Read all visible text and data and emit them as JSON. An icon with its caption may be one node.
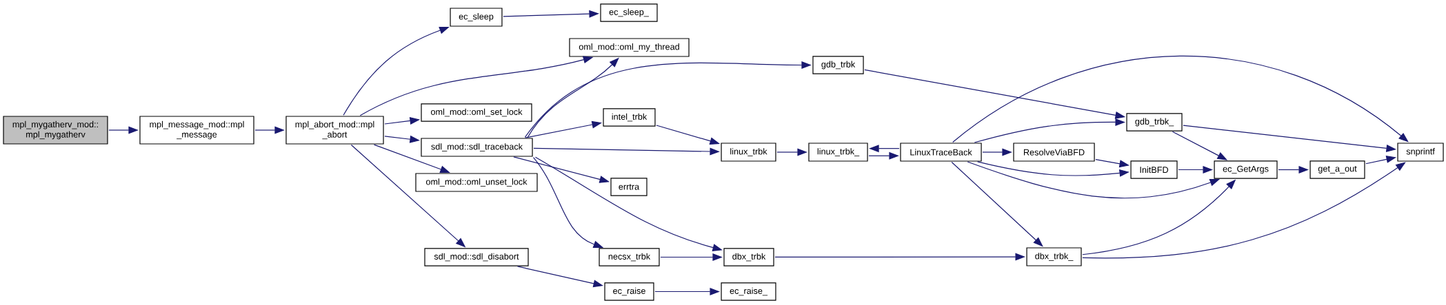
{
  "diagram": {
    "nodes": [
      {
        "text": [
          "mpl_mygatherv_mod:: mpl_mygatherv"
        ]
      },
      {
        "text": [
          "mpl_message_mod::mpl _message"
        ]
      },
      {
        "text": [
          "mpl_abort_mod::mpl _abort"
        ]
      },
      {
        "text": [
          "ec_sleep"
        ]
      },
      {
        "text": [
          "ec_sleep_"
        ]
      },
      {
        "text": [
          "oml_mod::oml_my_thread"
        ]
      },
      {
        "text": [
          "gdb_trbk"
        ]
      },
      {
        "text": [
          "oml_mod::oml_set_lock"
        ]
      },
      {
        "text": [
          "sdl_mod::sdl_traceback"
        ]
      },
      {
        "text": [
          "intel_trbk"
        ]
      },
      {
        "text": [
          "linux_trbk"
        ]
      },
      {
        "text": [
          "linux_trbk_"
        ]
      },
      {
        "text": [
          "LinuxTraceBack"
        ]
      },
      {
        "text": [
          "errtra"
        ]
      },
      {
        "text": [
          "oml_mod::oml_unset_lock"
        ]
      },
      {
        "text": [
          "sdl_mod::sdl_disabort"
        ]
      },
      {
        "text": [
          "necsx_trbk"
        ]
      },
      {
        "text": [
          "dbx_trbk"
        ]
      },
      {
        "text": [
          "ec_raise"
        ]
      },
      {
        "text": [
          "ec_raise_"
        ]
      },
      {
        "text": [
          "gdb_trbk_"
        ]
      },
      {
        "text": [
          "ResolveViaBFD"
        ]
      },
      {
        "text": [
          "InitBFD"
        ]
      },
      {
        "text": [
          "ec_GetArgs"
        ]
      },
      {
        "text": [
          "get_a_out"
        ]
      },
      {
        "text": [
          "snprintf"
        ]
      },
      {
        "text": [
          "dbx_trbk_"
        ]
      }
    ],
    "edges": [
      {
        "from": 0,
        "to": 1,
        "arrow": "to"
      },
      {
        "from": 1,
        "to": 2,
        "arrow": "to"
      },
      {
        "from": 2,
        "to": 3,
        "arrow": "to"
      },
      {
        "from": 2,
        "to": 5,
        "arrow": "to"
      },
      {
        "from": 2,
        "to": 7,
        "arrow": "to"
      },
      {
        "from": 2,
        "to": 8,
        "arrow": "to"
      },
      {
        "from": 2,
        "to": 14,
        "arrow": "to"
      },
      {
        "from": 2,
        "to": 15,
        "arrow": "to"
      },
      {
        "from": 3,
        "to": 4,
        "arrow": "to"
      },
      {
        "from": 8,
        "to": 5,
        "arrow": "to"
      },
      {
        "from": 8,
        "to": 6,
        "arrow": "to"
      },
      {
        "from": 8,
        "to": 9,
        "arrow": "to"
      },
      {
        "from": 8,
        "to": 10,
        "arrow": "to"
      },
      {
        "from": 8,
        "to": 13,
        "arrow": "to"
      },
      {
        "from": 8,
        "to": 16,
        "arrow": "to"
      },
      {
        "from": 8,
        "to": 17,
        "arrow": "to"
      },
      {
        "from": 9,
        "to": 10,
        "arrow": "to"
      },
      {
        "from": 10,
        "to": 11,
        "arrow": "to"
      },
      {
        "from": 11,
        "to": 12,
        "arrow": "to"
      },
      {
        "from": 12,
        "to": 11,
        "arrow": "to"
      },
      {
        "from": 6,
        "to": 20,
        "arrow": "to"
      },
      {
        "from": 12,
        "to": 25,
        "arrow": "to"
      },
      {
        "from": 12,
        "to": 20,
        "arrow": "to"
      },
      {
        "from": 12,
        "to": 21,
        "arrow": "to"
      },
      {
        "from": 12,
        "to": 22,
        "arrow": "to"
      },
      {
        "from": 12,
        "to": 23,
        "arrow": "to"
      },
      {
        "from": 12,
        "to": 26,
        "arrow": "to"
      },
      {
        "from": 21,
        "to": 22,
        "arrow": "to"
      },
      {
        "from": 20,
        "to": 23,
        "arrow": "to"
      },
      {
        "from": 20,
        "to": 25,
        "arrow": "to"
      },
      {
        "from": 22,
        "to": 23,
        "arrow": "to"
      },
      {
        "from": 23,
        "to": 24,
        "arrow": "to"
      },
      {
        "from": 24,
        "to": 25,
        "arrow": "to"
      },
      {
        "from": 26,
        "to": 23,
        "arrow": "to"
      },
      {
        "from": 26,
        "to": 25,
        "arrow": "to"
      },
      {
        "from": 16,
        "to": 17,
        "arrow": "to"
      },
      {
        "from": 17,
        "to": 26,
        "arrow": "to"
      },
      {
        "from": 15,
        "to": 18,
        "arrow": "to"
      },
      {
        "from": 18,
        "to": 19,
        "arrow": "to"
      }
    ]
  }
}
